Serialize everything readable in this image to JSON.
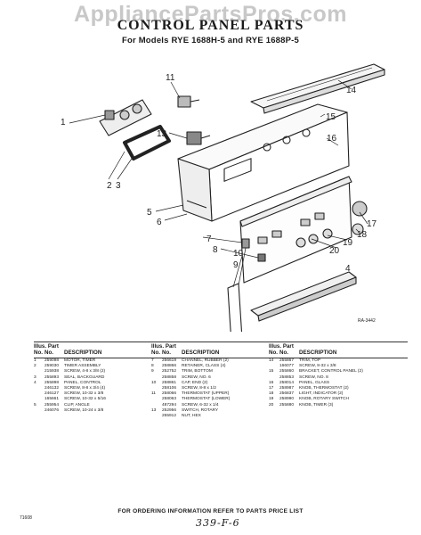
{
  "watermark": "AppliancePartsPros.com",
  "title": "CONTROL PANEL PARTS",
  "subtitle": "For Models RYE 1688H-5 and RYE 1688P-5",
  "diagram": {
    "callouts": [
      "1",
      "2",
      "3",
      "4",
      "5",
      "6",
      "7",
      "8",
      "9",
      "10",
      "11",
      "13",
      "14",
      "15",
      "16",
      "17",
      "18",
      "19",
      "20"
    ],
    "code": "RA-3442"
  },
  "table": {
    "headers": {
      "illus": "Illus.",
      "part": "Part",
      "no": "No.",
      "partno": "No.",
      "description": "DESCRIPTION"
    },
    "columns": [
      [
        {
          "no": "1",
          "part": "259098",
          "desc": "MOTOR, TIMER"
        },
        {
          "no": "2",
          "part": "259030",
          "desc": "TIMER ASSEMBLY"
        },
        {
          "no": "",
          "part": "215938",
          "desc": "SCREW, 4-8 x 3/8 (2)"
        },
        {
          "no": "3",
          "part": "255893",
          "desc": "SEAL, BACKGUARD"
        },
        {
          "no": "4",
          "part": "255898",
          "desc": "PANEL, CONTROL"
        },
        {
          "no": "",
          "part": "246132",
          "desc": "SCREW, 8-8 x 3/4 (4)"
        },
        {
          "no": "",
          "part": "246127",
          "desc": "SCREW, 10-32 x 3/8"
        },
        {
          "no": "",
          "part": "165661",
          "desc": "SCREW, 10-32 x 5/16"
        },
        {
          "no": "5",
          "part": "255954",
          "desc": "CLIP, ANGLE"
        },
        {
          "no": "",
          "part": "246076",
          "desc": "SCREW, 10-24 x 3/8"
        }
      ],
      [
        {
          "no": "7",
          "part": "256619",
          "desc": "CHANNEL, RUBBER (2)"
        },
        {
          "no": "8",
          "part": "258866",
          "desc": "RETAINER, CLASS (4)"
        },
        {
          "no": "9",
          "part": "252752",
          "desc": "TRIM, BOTTOM"
        },
        {
          "no": "",
          "part": "258858",
          "desc": "SCREW, NO. 6"
        },
        {
          "no": "10",
          "part": "258861",
          "desc": "CAP, END (2)"
        },
        {
          "no": "",
          "part": "258106",
          "desc": "SCREW, 8-8 x 1/2"
        },
        {
          "no": "11",
          "part": "258066",
          "desc": "THERMOSTAT (UPPER)"
        },
        {
          "no": "",
          "part": "258063",
          "desc": "THERMOSTAT (LOWER)"
        },
        {
          "no": "",
          "part": "487294",
          "desc": "SCREW, 6-32 x 1/4"
        },
        {
          "no": "13",
          "part": "252956",
          "desc": "SWITCH, ROTARY"
        },
        {
          "no": "",
          "part": "255912",
          "desc": "NUT, HEX"
        }
      ],
      [
        {
          "no": "14",
          "part": "255867",
          "desc": "TRIM, TOP"
        },
        {
          "no": "",
          "part": "166077",
          "desc": "SCREW, 8-32 x 3/8"
        },
        {
          "no": "15",
          "part": "255860",
          "desc": "BRACKET, CONTROL PANEL (2)"
        },
        {
          "no": "",
          "part": "258853",
          "desc": "SCREW, NO. 8"
        },
        {
          "no": "16",
          "part": "258014",
          "desc": "PANEL, GLASS"
        },
        {
          "no": "17",
          "part": "258987",
          "desc": "KNOB, THERMOSTAT (2)"
        },
        {
          "no": "18",
          "part": "256837",
          "desc": "LIGHT, INDICATOR (2)"
        },
        {
          "no": "19",
          "part": "258990",
          "desc": "KNOB, ROTARY SWITCH"
        },
        {
          "no": "20",
          "part": "255880",
          "desc": "KNOB, TIMER (3)"
        }
      ]
    ]
  },
  "footer": "FOR ORDERING INFORMATION REFER TO PARTS PRICE LIST",
  "page_code": "71608",
  "handwritten": "339-F-6"
}
